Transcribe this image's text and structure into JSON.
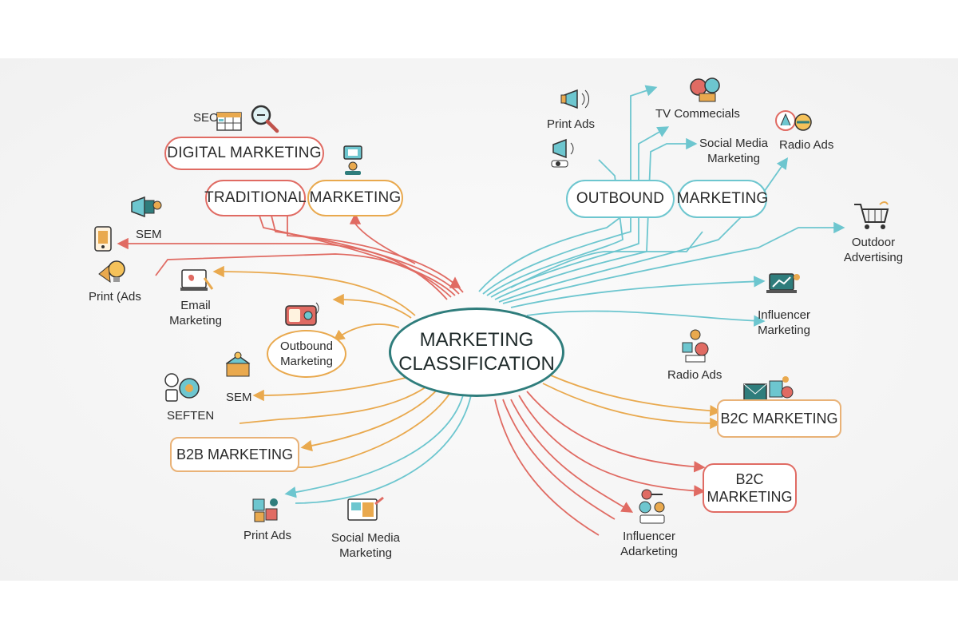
{
  "colors": {
    "red": "#e06b63",
    "orange": "#e9a94e",
    "teal": "#6dc6cf",
    "center_border": "#2f7d7c"
  },
  "center": {
    "line1": "MARKETING",
    "line2": "CLASSIFICATION"
  },
  "left": {
    "digital_marketing": "DIGITAL MARKETING",
    "traditional": "TRADITIONAL",
    "marketing": "MARKETING",
    "seo": "SEO",
    "sem_top": "SEM",
    "print_ads": "Print (Ads",
    "email": {
      "line1": "Email",
      "line2": "Marketing"
    },
    "outbound": {
      "line1": "Outbound",
      "line2": "Marketing"
    },
    "sem_bottom": "SEM",
    "seften": "SEFTEN",
    "b2b": "B2B MARKETING",
    "print_ads_bottom": "Print Ads",
    "social_media_bottom": {
      "line1": "Social Media",
      "line2": "Marketing"
    }
  },
  "right": {
    "outbound": "OUTBOUND",
    "marketing": "MARKETING",
    "print_ads": "Print Ads",
    "tv": "TV Commecials",
    "social_media": {
      "line1": "Social Media",
      "line2": "Marketing"
    },
    "radio_ads_top": "Radio Ads",
    "outdoor": {
      "line1": "Outdoor",
      "line2": "Advertising"
    },
    "influencer": {
      "line1": "Influencer",
      "line2": "Marketing"
    },
    "radio_ads_mid": "Radio Ads",
    "b2c_top": "B2C MARKETING",
    "b2c_bottom": {
      "line1": "B2C",
      "line2": "MARKETING"
    },
    "influencer_bottom": {
      "line1": "Influencer",
      "line2": "Adarketing"
    }
  },
  "icons": [
    "seo-spreadsheet-icon",
    "magnifier-icon",
    "document-chat-icon",
    "megaphone-icon",
    "mobile-phone-icon",
    "lightbulb-icon",
    "email-laptop-icon",
    "radio-icon",
    "handshake-icon",
    "chat-bubbles-icon",
    "puzzle-icon",
    "social-media-icon",
    "gears-icon",
    "shopping-cart-icon",
    "laptop-chart-icon",
    "people-network-icon",
    "mail-icon",
    "influencer-icon"
  ]
}
